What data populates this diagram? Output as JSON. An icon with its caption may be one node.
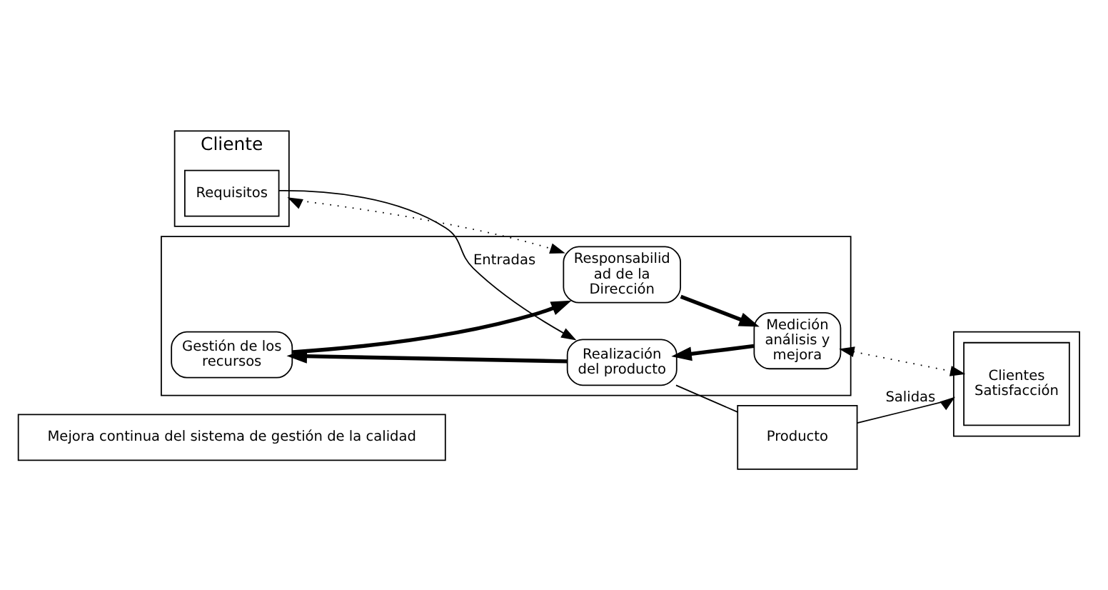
{
  "diagram": {
    "nodes": [
      {
        "text": [
          "Mejora continua del sistema de gestión de la calidad"
        ]
      },
      {
        "text": [
          "Cliente"
        ]
      },
      {
        "text": [
          "Requisitos"
        ],
        "in": 1
      },
      {
        "text": [],
        "shape": "box"
      },
      {
        "text": [
          "Responsabilid ad de la Dirección"
        ],
        "in": 3
      },
      {
        "text": [
          "Gestión de los recursos"
        ],
        "in": 3
      },
      {
        "text": [
          "Medición análisis y mejora"
        ],
        "in": 3
      },
      {
        "text": [
          "Realización del producto"
        ],
        "in": 3
      },
      {
        "text": [
          "Producto"
        ]
      },
      {
        "text": [],
        "shape": "box"
      },
      {
        "text": [
          "Clientes",
          "Satisfacción"
        ],
        "in": 9
      }
    ],
    "edges": [
      {
        "from": 1,
        "to": 4,
        "arrow": "both",
        "style": "dashed"
      },
      {
        "from": 6,
        "to": 10,
        "arrow": "both",
        "style": "dashed"
      },
      {
        "from": 2,
        "to": 7,
        "arrow": "to",
        "label": "Entradas"
      },
      {
        "from": 7,
        "to": 8,
        "arrow": "none"
      },
      {
        "from": 8,
        "to": 9,
        "arrow": "to",
        "label": "Salidas"
      },
      {
        "from": 5,
        "to": 4,
        "arrow": "to",
        "style": "thick"
      },
      {
        "from": 4,
        "to": 6,
        "arrow": "to",
        "style": "thick"
      },
      {
        "from": 6,
        "to": 7,
        "arrow": "to",
        "style": "thick"
      },
      {
        "from": 7,
        "to": 5,
        "arrow": "to",
        "style": "thick"
      }
    ]
  }
}
